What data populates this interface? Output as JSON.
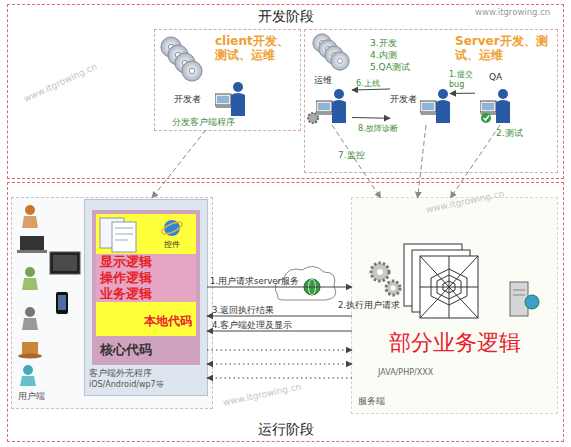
{
  "diagram": {
    "nodes": [
      {
        "text": [
          "开发阶段"
        ]
      },
      {
        "text": [
          "client开发、测试、运维"
        ],
        "in": 0
      },
      {
        "text": [
          "开发者"
        ],
        "in": 1
      },
      {
        "text": [
          "Server开发、测试、运维"
        ],
        "in": 0
      },
      {
        "text": [
          "运维"
        ],
        "in": 3
      },
      {
        "text": [
          "开发者"
        ],
        "in": 3
      },
      {
        "text": [
          "QA"
        ],
        "in": 3
      },
      {
        "text": [
          "运行阶段"
        ]
      },
      {
        "text": [
          "用户端"
        ],
        "in": 7
      },
      {
        "text": [
          "客户端外壳程序",
          "iOS/Android/wp7等"
        ],
        "in": 8
      },
      {
        "text": [
          "核心代码"
        ],
        "in": 9
      },
      {
        "text": [
          "显示逻辑",
          "操作逻辑",
          "业务逻辑",
          "本地代码"
        ],
        "in": 10
      },
      {
        "text": [
          "服务端"
        ],
        "in": 7
      },
      {
        "text": [
          "部分业务逻辑"
        ],
        "in": 12
      }
    ],
    "edges": [
      {
        "from": 1,
        "to": 8,
        "arrow": "to"
      },
      {
        "from": 4,
        "to": 12,
        "arrow": "to"
      },
      {
        "from": 5,
        "to": 12,
        "arrow": "to"
      },
      {
        "from": 6,
        "to": 12,
        "arrow": "to"
      },
      {
        "from": 6,
        "to": 5,
        "label": "1.提交bug",
        "arrow": "to"
      },
      {
        "from": 5,
        "to": 4,
        "label": "6.上线",
        "arrow": "to"
      },
      {
        "from": 4,
        "to": 5,
        "label": "8.故障诊断",
        "arrow": "to"
      },
      {
        "from": 9,
        "to": 12,
        "label": "1.用户请求server服务",
        "arrow": "to"
      },
      {
        "from": 12,
        "to": 9,
        "label": "3.返回执行结果",
        "arrow": "to"
      },
      {
        "from": 12,
        "to": 9,
        "label": "4.客户端处理及显示",
        "arrow": "to"
      },
      {
        "from": 9,
        "to": 12,
        "arrow": "to"
      },
      {
        "from": 9,
        "to": 12,
        "arrow": "both"
      },
      {
        "from": 12,
        "to": 9,
        "arrow": "to"
      }
    ],
    "labels": [
      "www.itgrowing.cn",
      "www.itgrowing.cn",
      "www.itgrowing.cn",
      "www.itgrowing.cn",
      "分发客户端程序",
      "3.开发",
      "4.内测",
      "5.QA测试",
      "2.测试",
      "7.监控",
      "控件",
      "2.执行用户请求",
      "JAVA/PHP/XXX"
    ]
  }
}
